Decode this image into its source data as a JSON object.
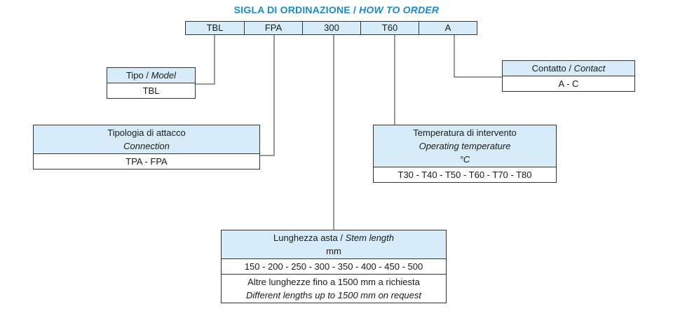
{
  "title": {
    "main": "SIGLA DI ORDINAZIONE",
    "sep": " / ",
    "en": "HOW TO ORDER"
  },
  "code": [
    "TBL",
    "FPA",
    "300",
    "T60",
    "A"
  ],
  "boxes": {
    "model": {
      "it": "Tipo",
      "sep": " / ",
      "en": "Model",
      "values": "TBL"
    },
    "connection": {
      "it": "Tipologia di attacco",
      "en": "Connection",
      "values": "TPA - FPA"
    },
    "contact": {
      "it": "Contatto",
      "sep": " / ",
      "en": "Contact",
      "values": "A - C"
    },
    "temperature": {
      "it": "Temperatura di intervento",
      "en": "Operating temperature",
      "unit": "°C",
      "values": "T30 - T40 - T50 - T60 - T70 - T80"
    },
    "stem": {
      "it": "Lunghezza asta",
      "sep": " / ",
      "en": "Stem length",
      "unit": "mm",
      "values": "150 - 200 - 250 - 300 - 350 - 400 - 450 - 500",
      "note_it": "Altre lunghezze fino a 1500 mm a richiesta",
      "note_en": "Different lengths up to 1500 mm on request"
    }
  }
}
